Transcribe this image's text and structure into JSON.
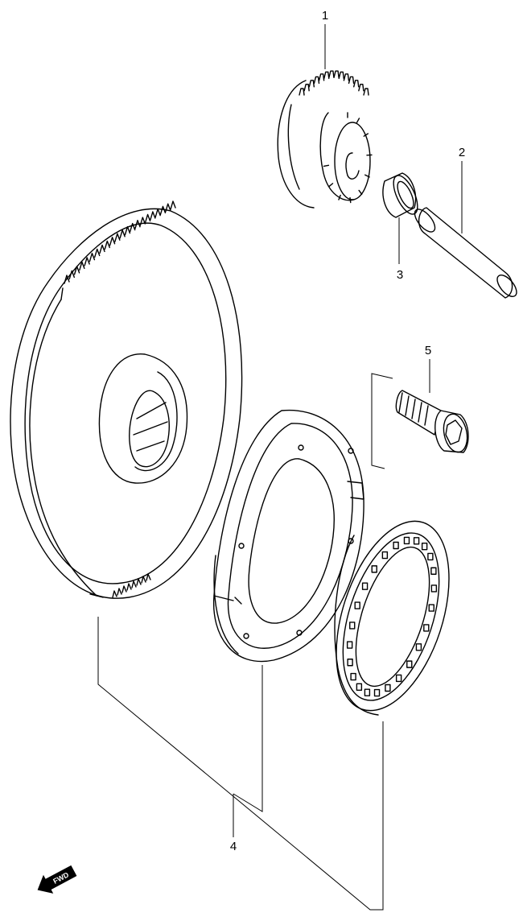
{
  "callouts": {
    "p1": "1",
    "p2": "2",
    "p3": "3",
    "p4": "4",
    "p5": "5"
  },
  "direction_badge": {
    "label": "FWD"
  },
  "colors": {
    "line": "#000000",
    "background": "#ffffff"
  }
}
